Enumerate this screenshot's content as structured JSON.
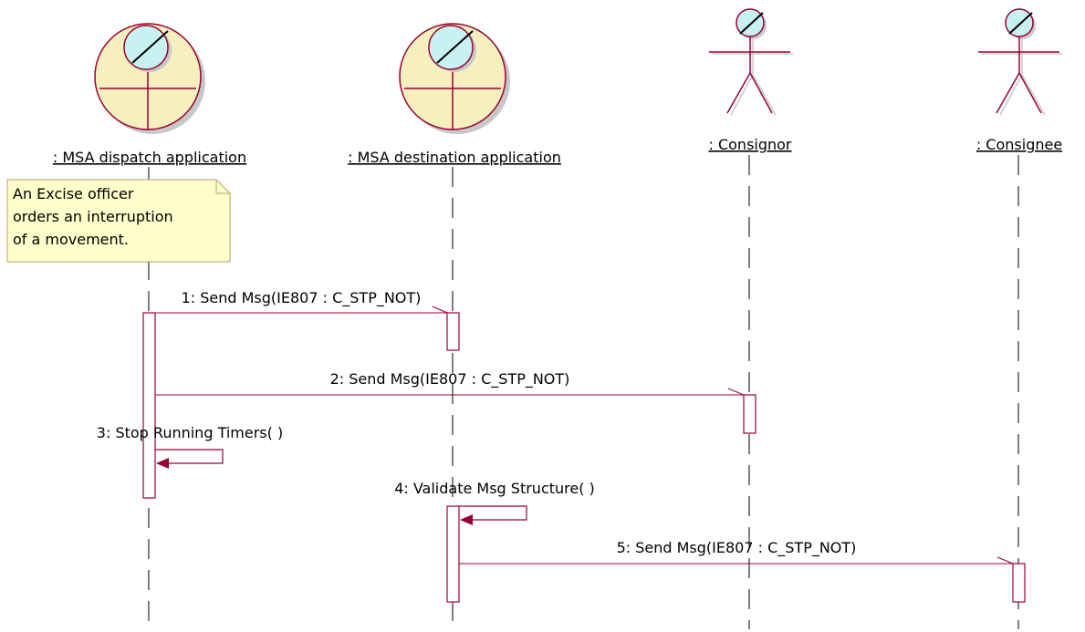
{
  "lifelines": [
    {
      "id": "dispatch",
      "label": " : MSA dispatch application",
      "kind": "boundary"
    },
    {
      "id": "destination",
      "label": " : MSA destination application",
      "kind": "boundary"
    },
    {
      "id": "consignor",
      "label": " : Consignor",
      "kind": "actor"
    },
    {
      "id": "consignee",
      "label": " : Consignee",
      "kind": "actor"
    }
  ],
  "note": {
    "lines": [
      "An Excise officer",
      "orders an interruption",
      "of a movement."
    ]
  },
  "messages": [
    {
      "label": "1: Send Msg(IE807 : C_STP_NOT)",
      "from": "dispatch",
      "to": "destination"
    },
    {
      "label": "2: Send Msg(IE807 : C_STP_NOT)",
      "from": "dispatch",
      "to": "consignor"
    },
    {
      "label": "3: Stop Running Timers( )",
      "from": "dispatch",
      "to": "dispatch"
    },
    {
      "label": "4: Validate Msg Structure( )",
      "from": "destination",
      "to": "destination"
    },
    {
      "label": "5: Send Msg(IE807 : C_STP_NOT)",
      "from": "destination",
      "to": "consignee"
    }
  ],
  "colors": {
    "line": "#990033",
    "boundary_fill": "#F5F0BE",
    "head_fill": "#C8F2F2",
    "note_fill": "#FFFFCC",
    "note_border": "#B8A060",
    "shadow": "#C8C8C8"
  }
}
